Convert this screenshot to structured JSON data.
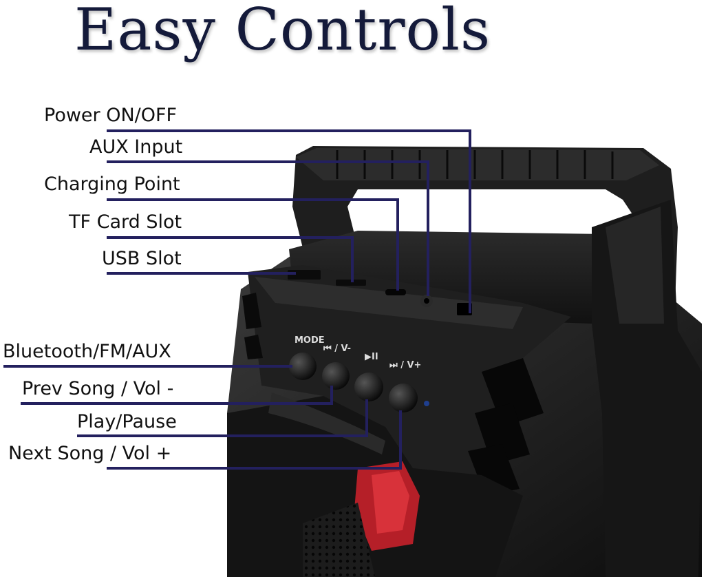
{
  "title": "Easy Controls",
  "callouts": {
    "power": "Power ON/OFF",
    "aux_input": "AUX Input",
    "charging": "Charging Point",
    "tf_card": "TF Card Slot",
    "usb": "USB Slot",
    "bluetooth_mode": "Bluetooth/FM/AUX",
    "prev": "Prev Song / Vol -",
    "play": "Play/Pause",
    "next": "Next Song / Vol +"
  },
  "panel_labels": {
    "mode": "MODE",
    "prev": "⏮ / V-",
    "play": "▶II",
    "next": "⏭ / V+"
  },
  "colors": {
    "leader_line": "#23205e",
    "speaker_body": "#1a1a1a",
    "accent_red": "#c0202a"
  }
}
